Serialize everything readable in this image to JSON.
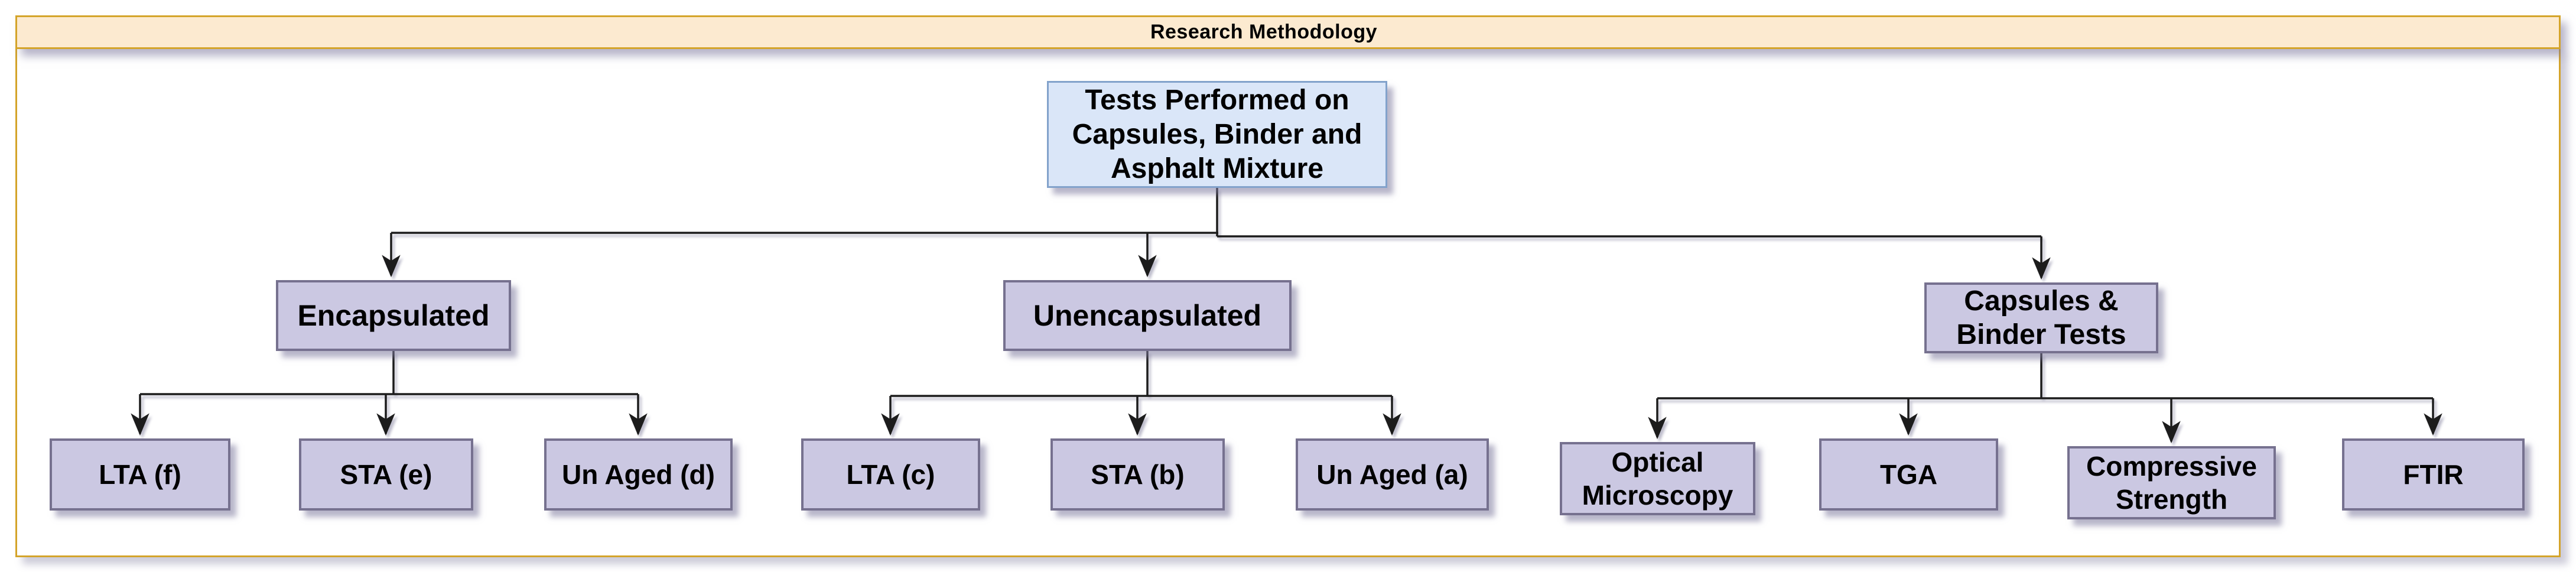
{
  "title_bar": {
    "title": "Research Methodology"
  },
  "colors": {
    "band_fill": "#fcead0",
    "band_border": "#d4a42a",
    "node_fill": "#cbc8e2",
    "node_border": "#76718f",
    "root_fill": "#dae6f8",
    "root_border": "#82a2cb",
    "connector": "#1c1c1c"
  },
  "nodes": {
    "root": {
      "label": "Tests Performed on\nCapsules, Binder and\nAsphalt Mixture"
    },
    "encapsulated": {
      "label": "Encapsulated"
    },
    "unencapsulated": {
      "label": "Unencapsulated"
    },
    "capsules_binder": {
      "label": "Capsules &\nBinder Tests"
    },
    "lta_f": {
      "label": "LTA (f)"
    },
    "sta_e": {
      "label": "STA (e)"
    },
    "un_aged_d": {
      "label": "Un Aged (d)"
    },
    "lta_c": {
      "label": "LTA (c)"
    },
    "sta_b": {
      "label": "STA (b)"
    },
    "un_aged_a": {
      "label": "Un Aged (a)"
    },
    "optical_microscopy": {
      "label": "Optical\nMicroscopy"
    },
    "tga": {
      "label": "TGA"
    },
    "compressive_strength": {
      "label": "Compressive\nStrength"
    },
    "ftir": {
      "label": "FTIR"
    }
  },
  "hierarchy": [
    {
      "parent": "Tests Performed on Capsules, Binder and Asphalt Mixture",
      "children": [
        "Encapsulated",
        "Unencapsulated",
        "Capsules & Binder Tests"
      ]
    },
    {
      "parent": "Encapsulated",
      "children": [
        "LTA (f)",
        "STA (e)",
        "Un Aged (d)"
      ]
    },
    {
      "parent": "Unencapsulated",
      "children": [
        "LTA (c)",
        "STA (b)",
        "Un Aged (a)"
      ]
    },
    {
      "parent": "Capsules & Binder Tests",
      "children": [
        "Optical Microscopy",
        "TGA",
        "Compressive Strength",
        "FTIR"
      ]
    }
  ]
}
